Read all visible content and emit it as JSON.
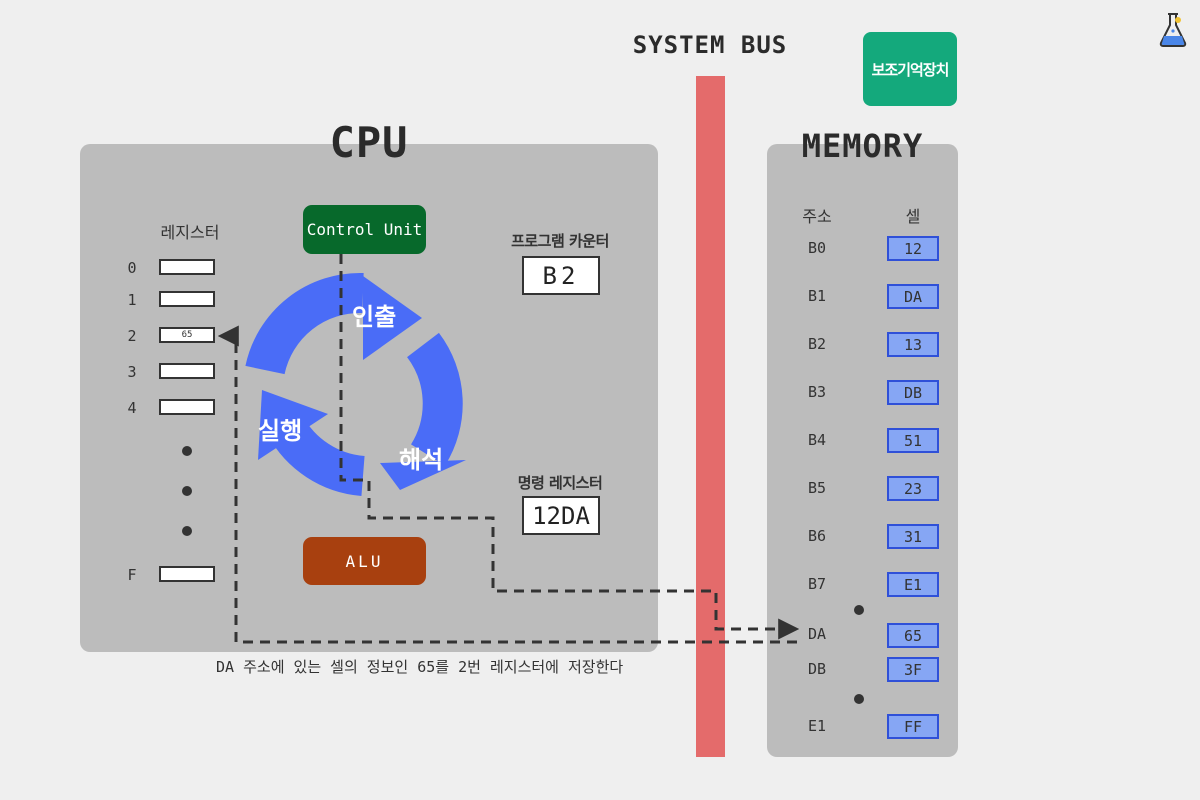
{
  "bus_title": "SYSTEM BUS",
  "storage_button": "보조기억장치",
  "cpu": {
    "title": "CPU",
    "control_unit": "Control Unit",
    "alu": "ALU",
    "register_heading": "레지스터",
    "registers": [
      {
        "label": "0",
        "value": ""
      },
      {
        "label": "1",
        "value": ""
      },
      {
        "label": "2",
        "value": "65"
      },
      {
        "label": "3",
        "value": ""
      },
      {
        "label": "4",
        "value": ""
      },
      {
        "label": "F",
        "value": ""
      }
    ],
    "program_counter_label": "프로그램 카운터",
    "program_counter_value": "B2",
    "instruction_register_label": "명령 레지스터",
    "instruction_register_value": "12DA",
    "cycle": {
      "fetch": "인출",
      "decode": "해석",
      "execute": "실행"
    }
  },
  "memory": {
    "title": "MEMORY",
    "address_heading": "주소",
    "cell_heading": "셀",
    "rows": [
      {
        "address": "B0",
        "cell": "12"
      },
      {
        "address": "B1",
        "cell": "DA"
      },
      {
        "address": "B2",
        "cell": "13"
      },
      {
        "address": "B3",
        "cell": "DB"
      },
      {
        "address": "B4",
        "cell": "51"
      },
      {
        "address": "B5",
        "cell": "23"
      },
      {
        "address": "B6",
        "cell": "31"
      },
      {
        "address": "B7",
        "cell": "E1"
      },
      {
        "address": "DA",
        "cell": "65"
      },
      {
        "address": "DB",
        "cell": "3F"
      },
      {
        "address": "E1",
        "cell": "FF"
      }
    ]
  },
  "caption": "DA 주소에 있는 셀의 정보인 65를 2번 레지스터에 저장한다",
  "colors": {
    "bus": "#e46b6b",
    "control_unit": "#07692b",
    "alu": "#a8400f",
    "storage_button": "#14a97c",
    "cycle_arrows": "#4a6cf7",
    "memory_cell": "#86a6f4"
  },
  "icons": [
    "flask-icon",
    "arrow-head-icon"
  ]
}
